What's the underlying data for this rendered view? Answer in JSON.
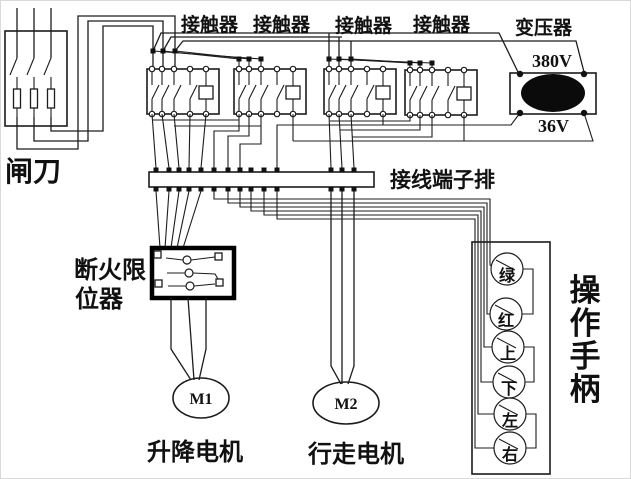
{
  "knife_switch": {
    "label": "闸刀"
  },
  "contactors": [
    {
      "label": "接触器"
    },
    {
      "label": "接触器"
    },
    {
      "label": "接触器"
    },
    {
      "label": "接触器"
    }
  ],
  "transformer": {
    "label": "变压器",
    "primary_voltage": "380V",
    "secondary_voltage": "36V"
  },
  "terminal_strip": {
    "label": "接线端子排"
  },
  "limiter": {
    "label_line1": "断火限",
    "label_line2": "位器"
  },
  "motors": [
    {
      "id": "M1",
      "caption": "升降电机"
    },
    {
      "id": "M2",
      "caption": "行走电机"
    }
  ],
  "handle": {
    "label_chars": [
      "操",
      "作",
      "手",
      "柄"
    ],
    "buttons": [
      {
        "label": "绿"
      },
      {
        "label": "红"
      },
      {
        "label": "上"
      },
      {
        "label": "下"
      },
      {
        "label": "左"
      },
      {
        "label": "右"
      }
    ]
  },
  "colors": {
    "line": "#1c1c1c",
    "background": "#ffffff"
  }
}
